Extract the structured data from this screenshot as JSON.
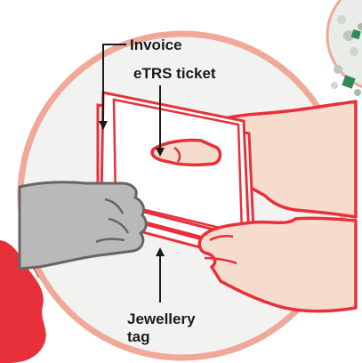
{
  "labels": {
    "invoice": "Invoice",
    "etrs_ticket": "eTRS ticket",
    "jewellery_line1": "Jewellery",
    "jewellery_line2": "tag"
  },
  "colors": {
    "circle_border": "#f0a898",
    "circle_fill": "#f2f2f0",
    "document_outline": "#e8303a",
    "hand_right_fill": "#f5dccd",
    "hand_right_outline": "#e8303a",
    "hand_left_fill": "#b9b9b9",
    "hand_left_outline": "#666666",
    "callout_line": "#1b1b1b",
    "splash_red": "#e8303a",
    "jewellery_green": "#2e8b57"
  },
  "icons": [
    "red-splash-graphic",
    "jewellery-necklace-graphic",
    "left-hand-grey",
    "right-hand-upper",
    "right-hand-lower",
    "document-stack"
  ]
}
